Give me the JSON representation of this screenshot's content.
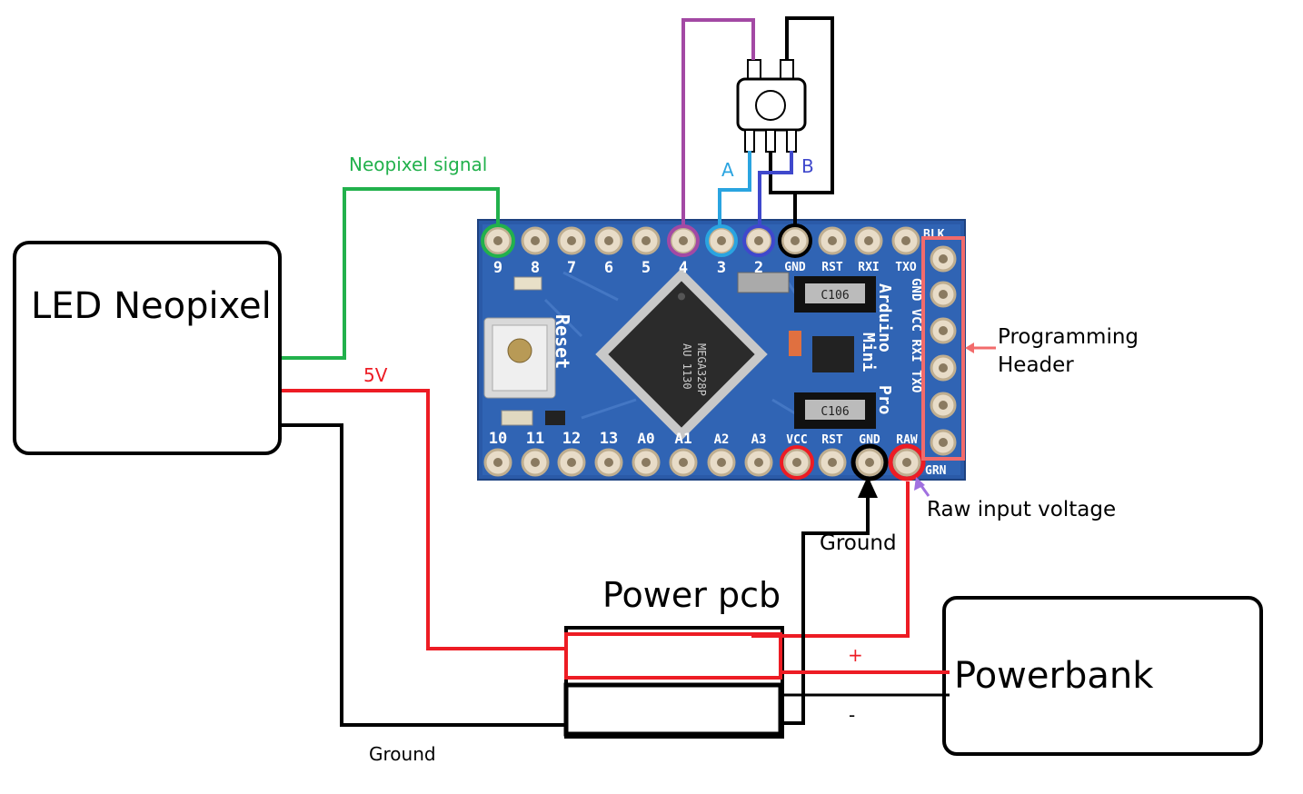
{
  "colors": {
    "signal": "#22b14c",
    "power": "#ed1c24",
    "ground": "#000000",
    "enc_a": "#2aa4e0",
    "enc_b": "#3f48cc",
    "enc_sw": "#a349a4",
    "header": "#f26b6b",
    "raw_arrow": "#a070e0",
    "board": "#2a5aa8"
  },
  "boxes": {
    "led": "LED Neopixel",
    "powerbank": "Powerbank",
    "power_pcb": "Power pcb"
  },
  "labels": {
    "neopixel_signal": "Neopixel signal",
    "five_v": "5V",
    "ground_left": "Ground",
    "ground_arduino": "Ground",
    "raw_input": "Raw input voltage",
    "programming_header": [
      "Programming",
      "Header"
    ],
    "plus": "+",
    "minus": "-",
    "enc_a": "A",
    "enc_b": "B"
  },
  "board": {
    "top_pins": [
      "9",
      "8",
      "7",
      "6",
      "5",
      "4",
      "3",
      "2",
      "GND",
      "RST",
      "RXI",
      "TXO"
    ],
    "bottom_pins": [
      "10",
      "11",
      "12",
      "13",
      "A0",
      "A1",
      "A2",
      "A3",
      "VCC",
      "RST",
      "GND",
      "RAW"
    ],
    "reset_label": "Reset",
    "chip_text": [
      "MEGA328P",
      "AU 1130"
    ],
    "cap_label": "C106",
    "side_text": [
      "Arduino",
      "Mini",
      "Pro"
    ],
    "blk": "BLK",
    "grn": "GRN",
    "prog_header_text": "GND VCC RXI TXO"
  }
}
